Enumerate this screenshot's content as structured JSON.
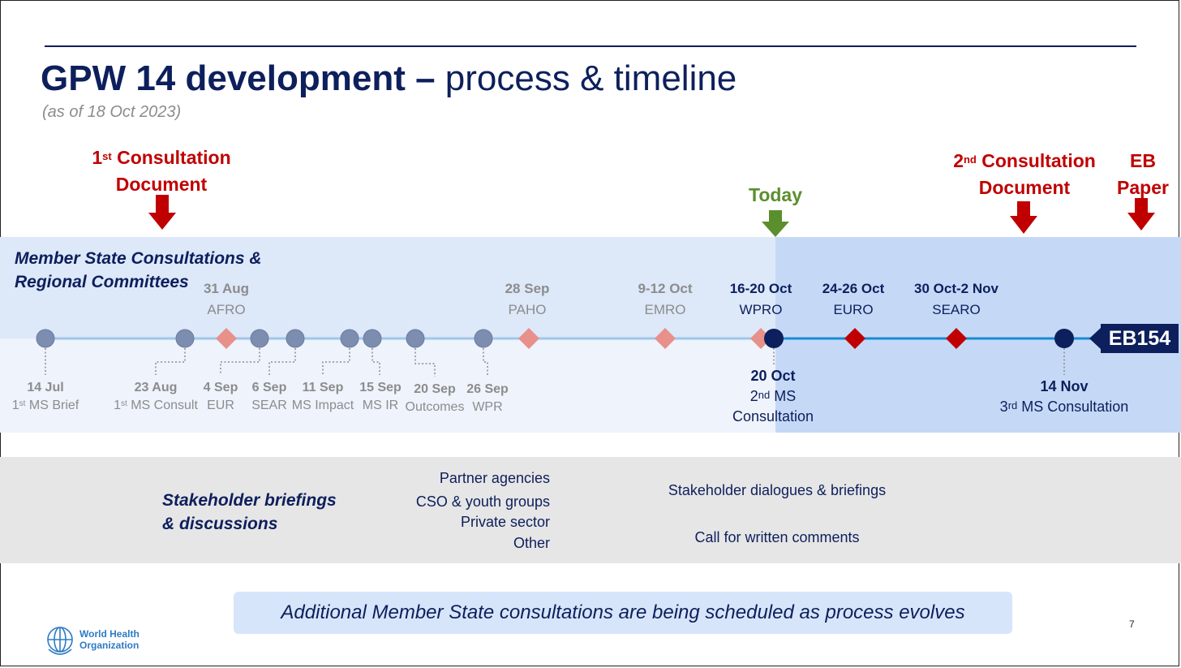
{
  "title": {
    "bold": "GPW 14 development –",
    "rest": " process & timeline",
    "asof": "(as of 18 Oct 2023)"
  },
  "markers": {
    "first_doc": {
      "sup_pre": "1",
      "sup": "st",
      "line1": " Consultation",
      "line2": "Document"
    },
    "today": "Today",
    "second_doc": {
      "sup_pre": "2",
      "sup": "nd",
      "line1": " Consultation",
      "line2": "Document"
    },
    "eb_paper": {
      "line1": "EB",
      "line2": "Paper"
    }
  },
  "ms_section": {
    "line1": "Member State Consultations &",
    "line2": "Regional Committees"
  },
  "rc_events": [
    {
      "date": "31 Aug",
      "region": "AFRO"
    },
    {
      "date": "28 Sep",
      "region": "PAHO"
    },
    {
      "date": "9-12 Oct",
      "region": "EMRO"
    },
    {
      "date": "16-20 Oct",
      "region": "WPRO"
    },
    {
      "date": "24-26 Oct",
      "region": "EURO"
    },
    {
      "date": "30 Oct-2 Nov",
      "region": "SEARO"
    }
  ],
  "ms_events": [
    {
      "date": "14 Jul",
      "pre": "1",
      "sup": "st",
      "label": " MS Brief"
    },
    {
      "date": "23 Aug",
      "pre": "1",
      "sup": "st",
      "label": " MS Consult"
    },
    {
      "date": "4 Sep",
      "label": "EUR"
    },
    {
      "date": "6 Sep",
      "label": "SEAR"
    },
    {
      "date": "11 Sep",
      "label": "MS Impact"
    },
    {
      "date": "15 Sep",
      "label": "MS IR"
    },
    {
      "date": "20 Sep",
      "label": "Outcomes"
    },
    {
      "date": "26 Sep",
      "label": "WPR"
    }
  ],
  "future_events": [
    {
      "date": "20 Oct",
      "pre": "2",
      "sup": "nd",
      "label1": " MS",
      "label2": "Consultation"
    },
    {
      "date": "14 Nov",
      "pre": "3",
      "sup": "rd",
      "label1": " MS Consultation"
    }
  ],
  "eb154": "EB154",
  "stakeholder": {
    "label1": "Stakeholder briefings",
    "label2": "& discussions",
    "groups": [
      "Partner agencies",
      "CSO & youth groups",
      "Private sector",
      "Other"
    ],
    "dialogues": "Stakeholder dialogues & briefings",
    "comments": "Call for written comments"
  },
  "callout": "Additional Member State consultations are being scheduled as process evolves",
  "page_number": "7",
  "logo": {
    "line1": "World Health",
    "line2": "Organization"
  },
  "colors": {
    "navy": "#0d1f5c",
    "red": "#c00000",
    "green": "#5b8f2e",
    "gray": "#8c8c8c",
    "diamond_light": "#e8908a",
    "line_blue": "#1a8ad4"
  }
}
